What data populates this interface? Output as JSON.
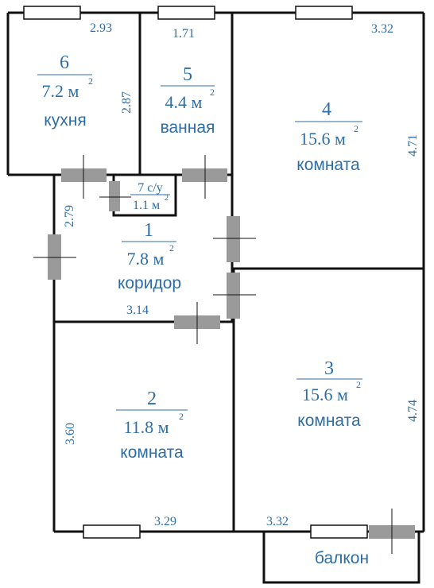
{
  "plan": {
    "rooms": [
      {
        "id": "r6",
        "number": "6",
        "area": "7.2 м",
        "sup": "2",
        "name": "кухня"
      },
      {
        "id": "r5",
        "number": "5",
        "area": "4.4 м",
        "sup": "2",
        "name": "ванная"
      },
      {
        "id": "r4",
        "number": "4",
        "area": "15.6 м",
        "sup": "2",
        "name": "комната"
      },
      {
        "id": "r7",
        "number": "7 с/у",
        "area": "1.1 м",
        "sup": "2",
        "name": ""
      },
      {
        "id": "r1",
        "number": "1",
        "area": "7.8 м",
        "sup": "2",
        "name": "коридор"
      },
      {
        "id": "r2",
        "number": "2",
        "area": "11.8 м",
        "sup": "2",
        "name": "комната"
      },
      {
        "id": "r3",
        "number": "3",
        "area": "15.6 м",
        "sup": "2",
        "name": "комната"
      },
      {
        "id": "rb",
        "number": "",
        "area": "",
        "sup": "",
        "name": "балкон"
      }
    ],
    "dimensions": {
      "kitchen_width": "2.93",
      "kitchen_height": "2.87",
      "bath_width": "1.71",
      "room4_width": "3.32",
      "room4_height": "4.71",
      "corridor_height": "2.79",
      "corridor_width": "3.14",
      "room2_height": "3.60",
      "room2_width": "3.29",
      "room3_height": "4.74",
      "room3_width": "3.32"
    },
    "colors": {
      "label": "#2e6ea6",
      "wall": "#111111",
      "door": "#9a9a9a"
    }
  }
}
